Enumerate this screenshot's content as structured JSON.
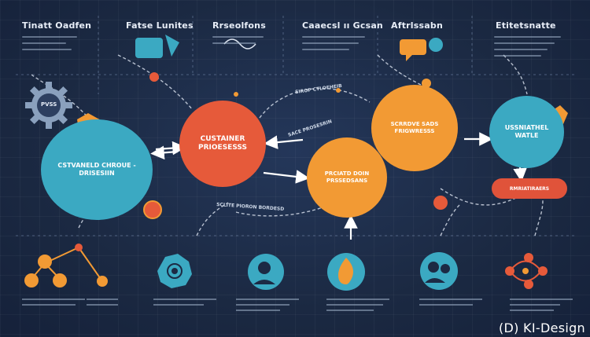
{
  "headers": [
    "Tinatt Oadfen",
    "Fatse Lunites",
    "Rrseolfons",
    "Caaecsl ıı Gcsan",
    "Aftrlssabn",
    "Etitetsnatte"
  ],
  "nodes": {
    "left_circle": "CSTVANELD CHROUE - DRISESIIN",
    "customer": "CUSTAINER PRIOESESSS",
    "process_center": "PRCIATD DOIN PRSSEDSANS",
    "right_orange": "SCRRDVE SADS FRIGWRESSS",
    "right_teal": "USSNIATHEL WATLE"
  },
  "pill_label": "RMRIATIRAERS",
  "arc_labels": {
    "top": "SIROP CTLOEHEIB",
    "middle": "SACE PROSESRIN",
    "bottom": "SCLITE PIORON BORDESD"
  },
  "gear_label": "PVSS",
  "colors": {
    "teal": "#3ba9c2",
    "red_orange": "#e65a3a",
    "orange": "#f29a34",
    "background": "#1c2a44"
  },
  "bottom_icons": [
    "network-icon",
    "spiral-icon",
    "person-icon",
    "flame-icon",
    "group-icon",
    "chain-icon"
  ],
  "watermark": "(D) KI-Design"
}
